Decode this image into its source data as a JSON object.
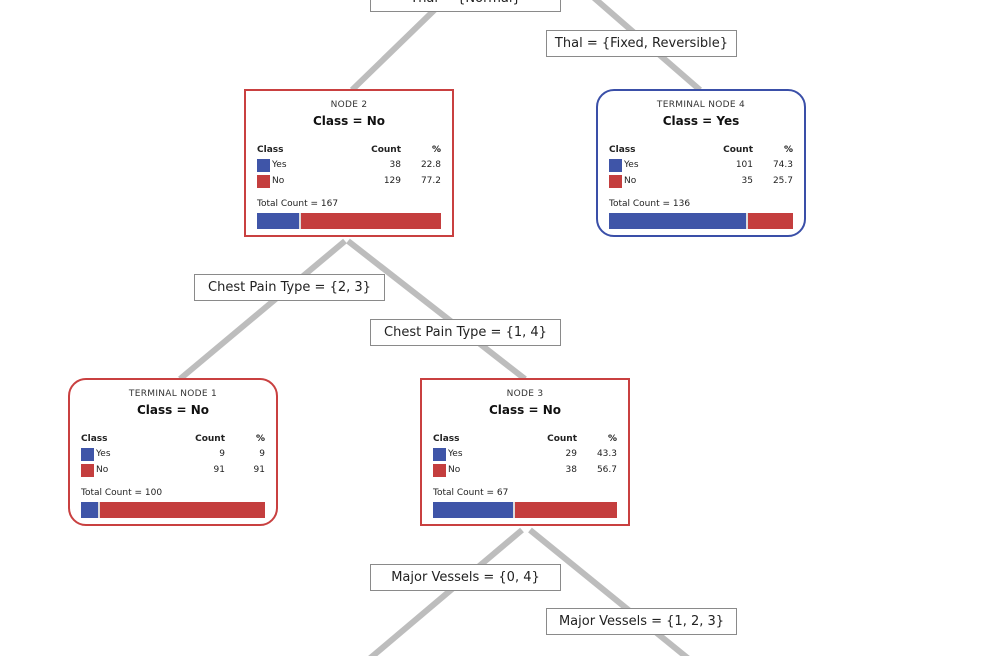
{
  "colors": {
    "yes": "#3f55a8",
    "no": "#c43e3e",
    "edge": "#bdbdbd"
  },
  "splits": {
    "root_left": "Thal = {Normal}",
    "root_right": "Thal = {Fixed, Reversible}",
    "node2_left": "Chest Pain Type = {2, 3}",
    "node2_right": "Chest Pain Type = {1, 4}",
    "node3_left": "Major Vessels = {0, 4}",
    "node3_right": "Major Vessels = {1, 2, 3}"
  },
  "headers": {
    "class": "Class",
    "count": "Count",
    "pct": "%"
  },
  "nodes": {
    "node2": {
      "title": "NODE 2",
      "cls": "Class = No",
      "yes_label": "Yes",
      "yes_count": "38",
      "yes_pct": "22.8",
      "no_label": "No",
      "no_count": "129",
      "no_pct": "77.2",
      "total": "Total Count = 167",
      "yes_frac": 0.228
    },
    "tn4": {
      "title": "TERMINAL NODE 4",
      "cls": "Class = Yes",
      "yes_label": "Yes",
      "yes_count": "101",
      "yes_pct": "74.3",
      "no_label": "No",
      "no_count": "35",
      "no_pct": "25.7",
      "total": "Total Count = 136",
      "yes_frac": 0.743
    },
    "tn1": {
      "title": "TERMINAL NODE 1",
      "cls": "Class = No",
      "yes_label": "Yes",
      "yes_count": "9",
      "yes_pct": "9",
      "no_label": "No",
      "no_count": "91",
      "no_pct": "91",
      "total": "Total Count = 100",
      "yes_frac": 0.09
    },
    "node3": {
      "title": "NODE 3",
      "cls": "Class = No",
      "yes_label": "Yes",
      "yes_count": "29",
      "yes_pct": "43.3",
      "no_label": "No",
      "no_count": "38",
      "no_pct": "56.7",
      "total": "Total Count = 67",
      "yes_frac": 0.433
    }
  }
}
